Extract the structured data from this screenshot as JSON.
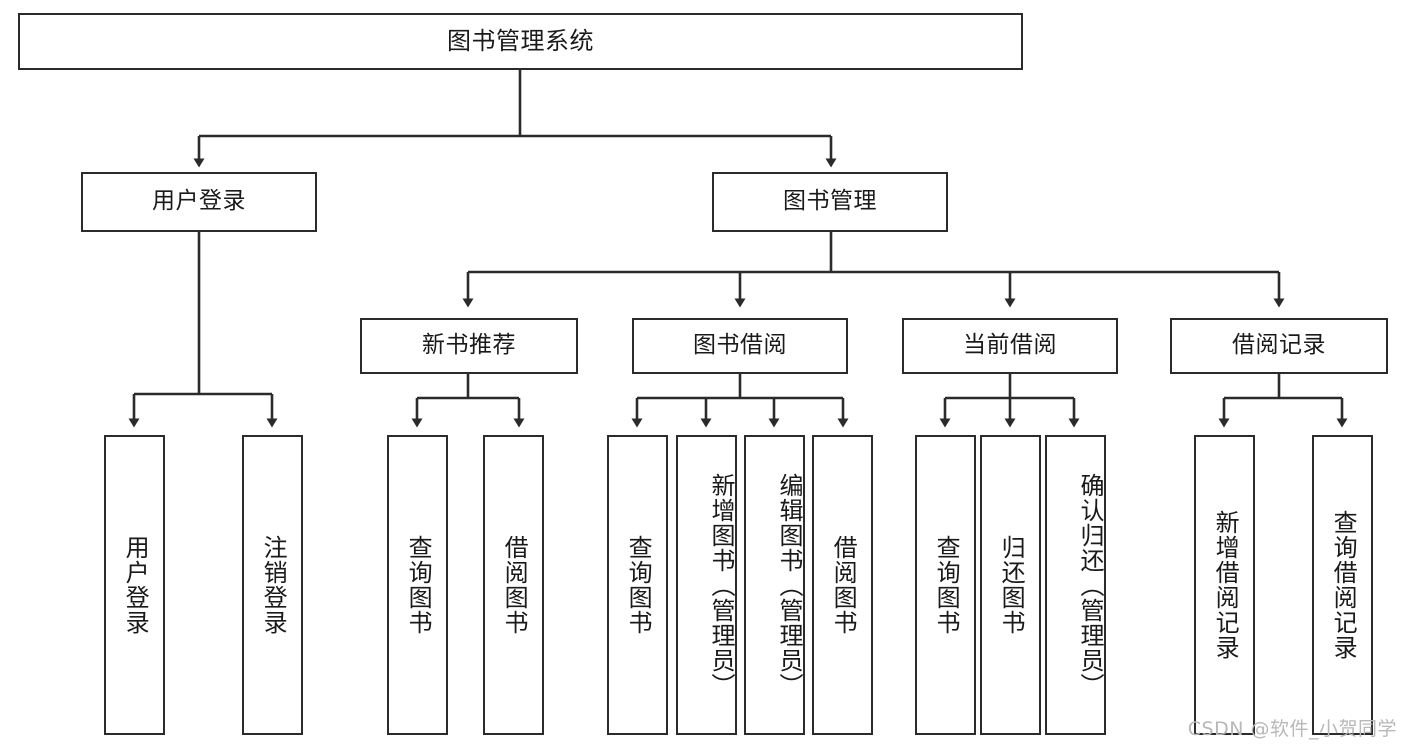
{
  "diagram": {
    "title": "图书管理系统",
    "watermark": "CSDN @软件_小贺同学",
    "accent_color": "#2b2b2b",
    "background_color": "#ffffff",
    "nodes": {
      "root": {
        "label": "图书管理系统"
      },
      "level2": [
        {
          "label": "用户登录"
        },
        {
          "label": "图书管理"
        }
      ],
      "level3": [
        {
          "label": "新书推荐"
        },
        {
          "label": "图书借阅"
        },
        {
          "label": "当前借阅"
        },
        {
          "label": "借阅记录"
        }
      ],
      "leaves_user_login": [
        {
          "label": "用户登录"
        },
        {
          "label": "注销登录"
        }
      ],
      "leaves_new_book": [
        {
          "label": "查询图书"
        },
        {
          "label": "借阅图书"
        }
      ],
      "leaves_borrow": [
        {
          "label": "查询图书"
        },
        {
          "label": "新增图书（管理员）"
        },
        {
          "label": "编辑图书（管理员）"
        },
        {
          "label": "借阅图书"
        }
      ],
      "leaves_current": [
        {
          "label": "查询图书"
        },
        {
          "label": "归还图书"
        },
        {
          "label": "确认归还（管理员）"
        }
      ],
      "leaves_records": [
        {
          "label": "新增借阅记录"
        },
        {
          "label": "查询借阅记录"
        }
      ]
    }
  }
}
